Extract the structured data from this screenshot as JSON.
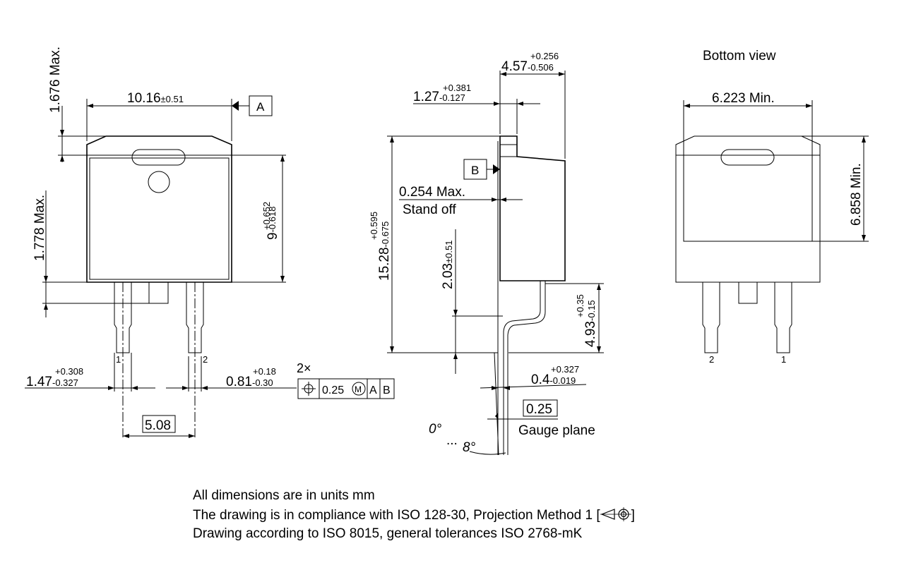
{
  "left_view": {
    "dim_height_max": "1.676 Max.",
    "dim_width_main": "10.16",
    "dim_width_tol": "±0.51",
    "datum_a": "A",
    "dim_body_max": "1.778 Max.",
    "dim_height_main": "9",
    "dim_height_tol_plus": "+0.652",
    "dim_height_tol_minus": "-0.618",
    "pin1_label": "1",
    "pin2_label": "2",
    "dim_lead_main": "1.47",
    "dim_lead_tol_plus": "+0.308",
    "dim_lead_tol_minus": "-0.327",
    "dim_lead2_main": "0.81",
    "dim_lead2_tol_plus": "+0.18",
    "dim_lead2_tol_minus": "-0.30",
    "multiplier": "2×",
    "fcf_value": "0.25",
    "fcf_modifier": "M",
    "fcf_datum_a": "A",
    "fcf_datum_b": "B",
    "pitch": "5.08"
  },
  "side_view": {
    "dim_top_main": "4.57",
    "dim_top_tol_plus": "+0.256",
    "dim_top_tol_minus": "-0.506",
    "dim_tab_main": "1.27",
    "dim_tab_tol_plus": "+0.381",
    "dim_tab_tol_minus": "-0.127",
    "datum_b": "B",
    "dim_standoff": "0.254 Max.",
    "standoff_label": "Stand off",
    "dim_total_main": "15.28",
    "dim_total_tol_plus": "+0.595",
    "dim_total_tol_minus": "-0.675",
    "dim_lead_len_main": "2.03",
    "dim_lead_len_tol": "±0.51",
    "dim_foot_main": "4.93",
    "dim_foot_tol_plus": "+0.35",
    "dim_foot_tol_minus": "-0.15",
    "dim_thick_main": "0.4",
    "dim_thick_tol_plus": "+0.327",
    "dim_thick_tol_minus": "-0.019",
    "gauge_value": "0.25",
    "gauge_label": "Gauge plane",
    "angle_min": "0°",
    "angle_sep": "...",
    "angle_max": "8°"
  },
  "bottom_view": {
    "title": "Bottom view",
    "dim_width_min": "6.223 Min.",
    "dim_height_min": "6.858 Min.",
    "pin2_label": "2",
    "pin1_label": "1"
  },
  "notes": {
    "line1": "All dimensions are in units mm",
    "line2": "The drawing is in compliance with ISO 128-30, Projection Method 1 [",
    "line2_end": "]",
    "line3": "Drawing according to ISO 8015, general tolerances ISO 2768-mK"
  }
}
